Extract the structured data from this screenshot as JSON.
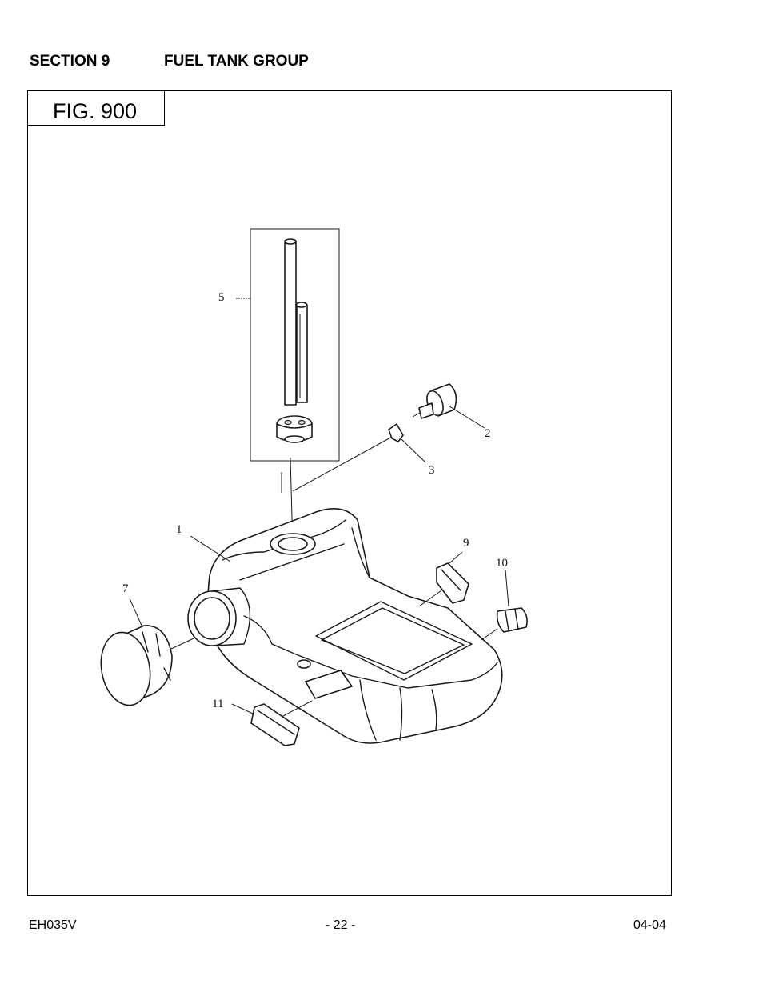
{
  "header": {
    "section": "SECTION 9",
    "title": "FUEL TANK GROUP"
  },
  "figure": {
    "label": "FIG. 900"
  },
  "callouts": [
    "1",
    "2",
    "3",
    "5",
    "7",
    "9",
    "10",
    "11"
  ],
  "footer": {
    "model": "EH035V",
    "page": "- 22 -",
    "date": "04-04"
  }
}
